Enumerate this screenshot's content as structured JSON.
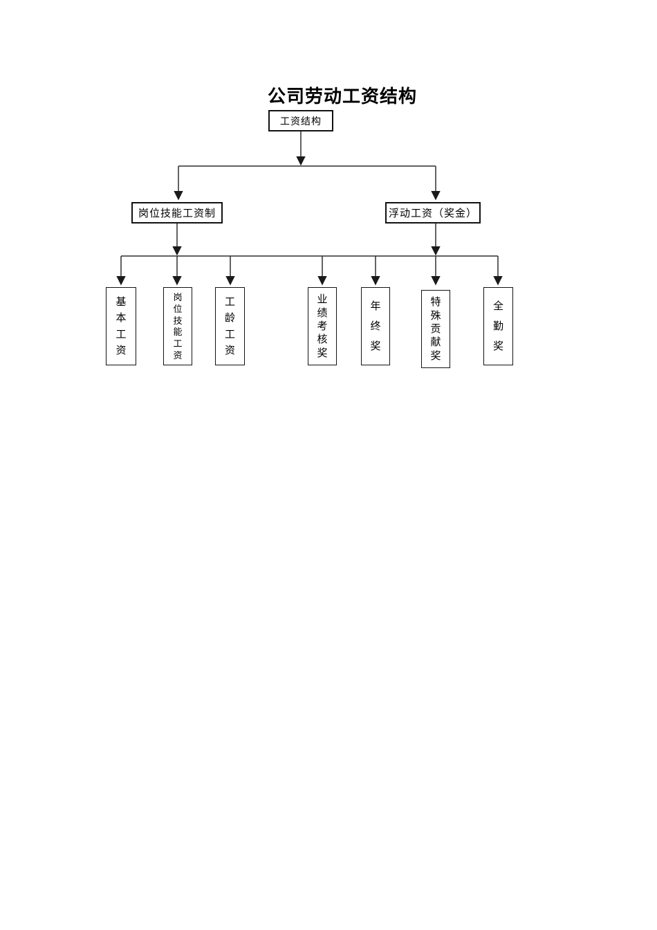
{
  "diagram": {
    "title": "公司劳动工资结构",
    "root": {
      "label": "工资结构"
    },
    "level2": [
      {
        "label": "岗位技能工资制"
      },
      {
        "label": "浮动工资（奖金）"
      }
    ],
    "leaves": [
      {
        "label": "基本工资"
      },
      {
        "label": "岗位技能工资"
      },
      {
        "label": "工龄工资"
      },
      {
        "label": "业绩考核奖"
      },
      {
        "label": "年终奖"
      },
      {
        "label": "特殊贡献奖"
      },
      {
        "label": "全勤奖"
      }
    ],
    "colors": {
      "background": "#ffffff",
      "line": "#2e2e2e",
      "box_border": "#111111",
      "text": "#000000"
    }
  }
}
